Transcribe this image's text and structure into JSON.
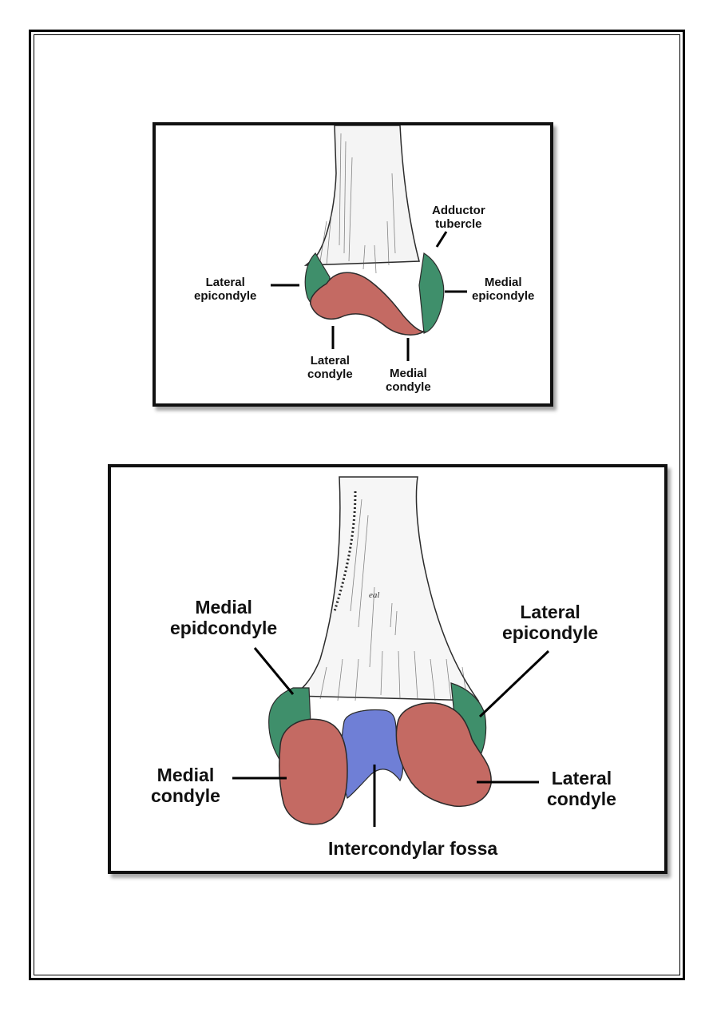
{
  "colors": {
    "bone_outline": "#2b2b2b",
    "epicondyle_green": "#3f8f6b",
    "condyle_red": "#c46a63",
    "fossa_blue": "#6f7fd6",
    "frame": "#111111"
  },
  "figure_anterior": {
    "labels": {
      "adductor_tubercle": [
        "Adductor",
        "tubercle"
      ],
      "lateral_epicondyle": [
        "Lateral",
        "epicondyle"
      ],
      "medial_epicondyle": [
        "Medial",
        "epicondyle"
      ],
      "lateral_condyle": [
        "Lateral",
        "condyle"
      ],
      "medial_condyle": [
        "Medial",
        "condyle"
      ]
    }
  },
  "figure_posterior": {
    "engraving_text": "eal",
    "labels": {
      "medial_epicondyle": [
        "Medial",
        "epidcondyle"
      ],
      "lateral_epicondyle": [
        "Lateral",
        "epicondyle"
      ],
      "medial_condyle": [
        "Medial",
        "condyle"
      ],
      "lateral_condyle": [
        "Lateral",
        "condyle"
      ],
      "intercondylar_fossa": "Intercondylar fossa"
    }
  }
}
